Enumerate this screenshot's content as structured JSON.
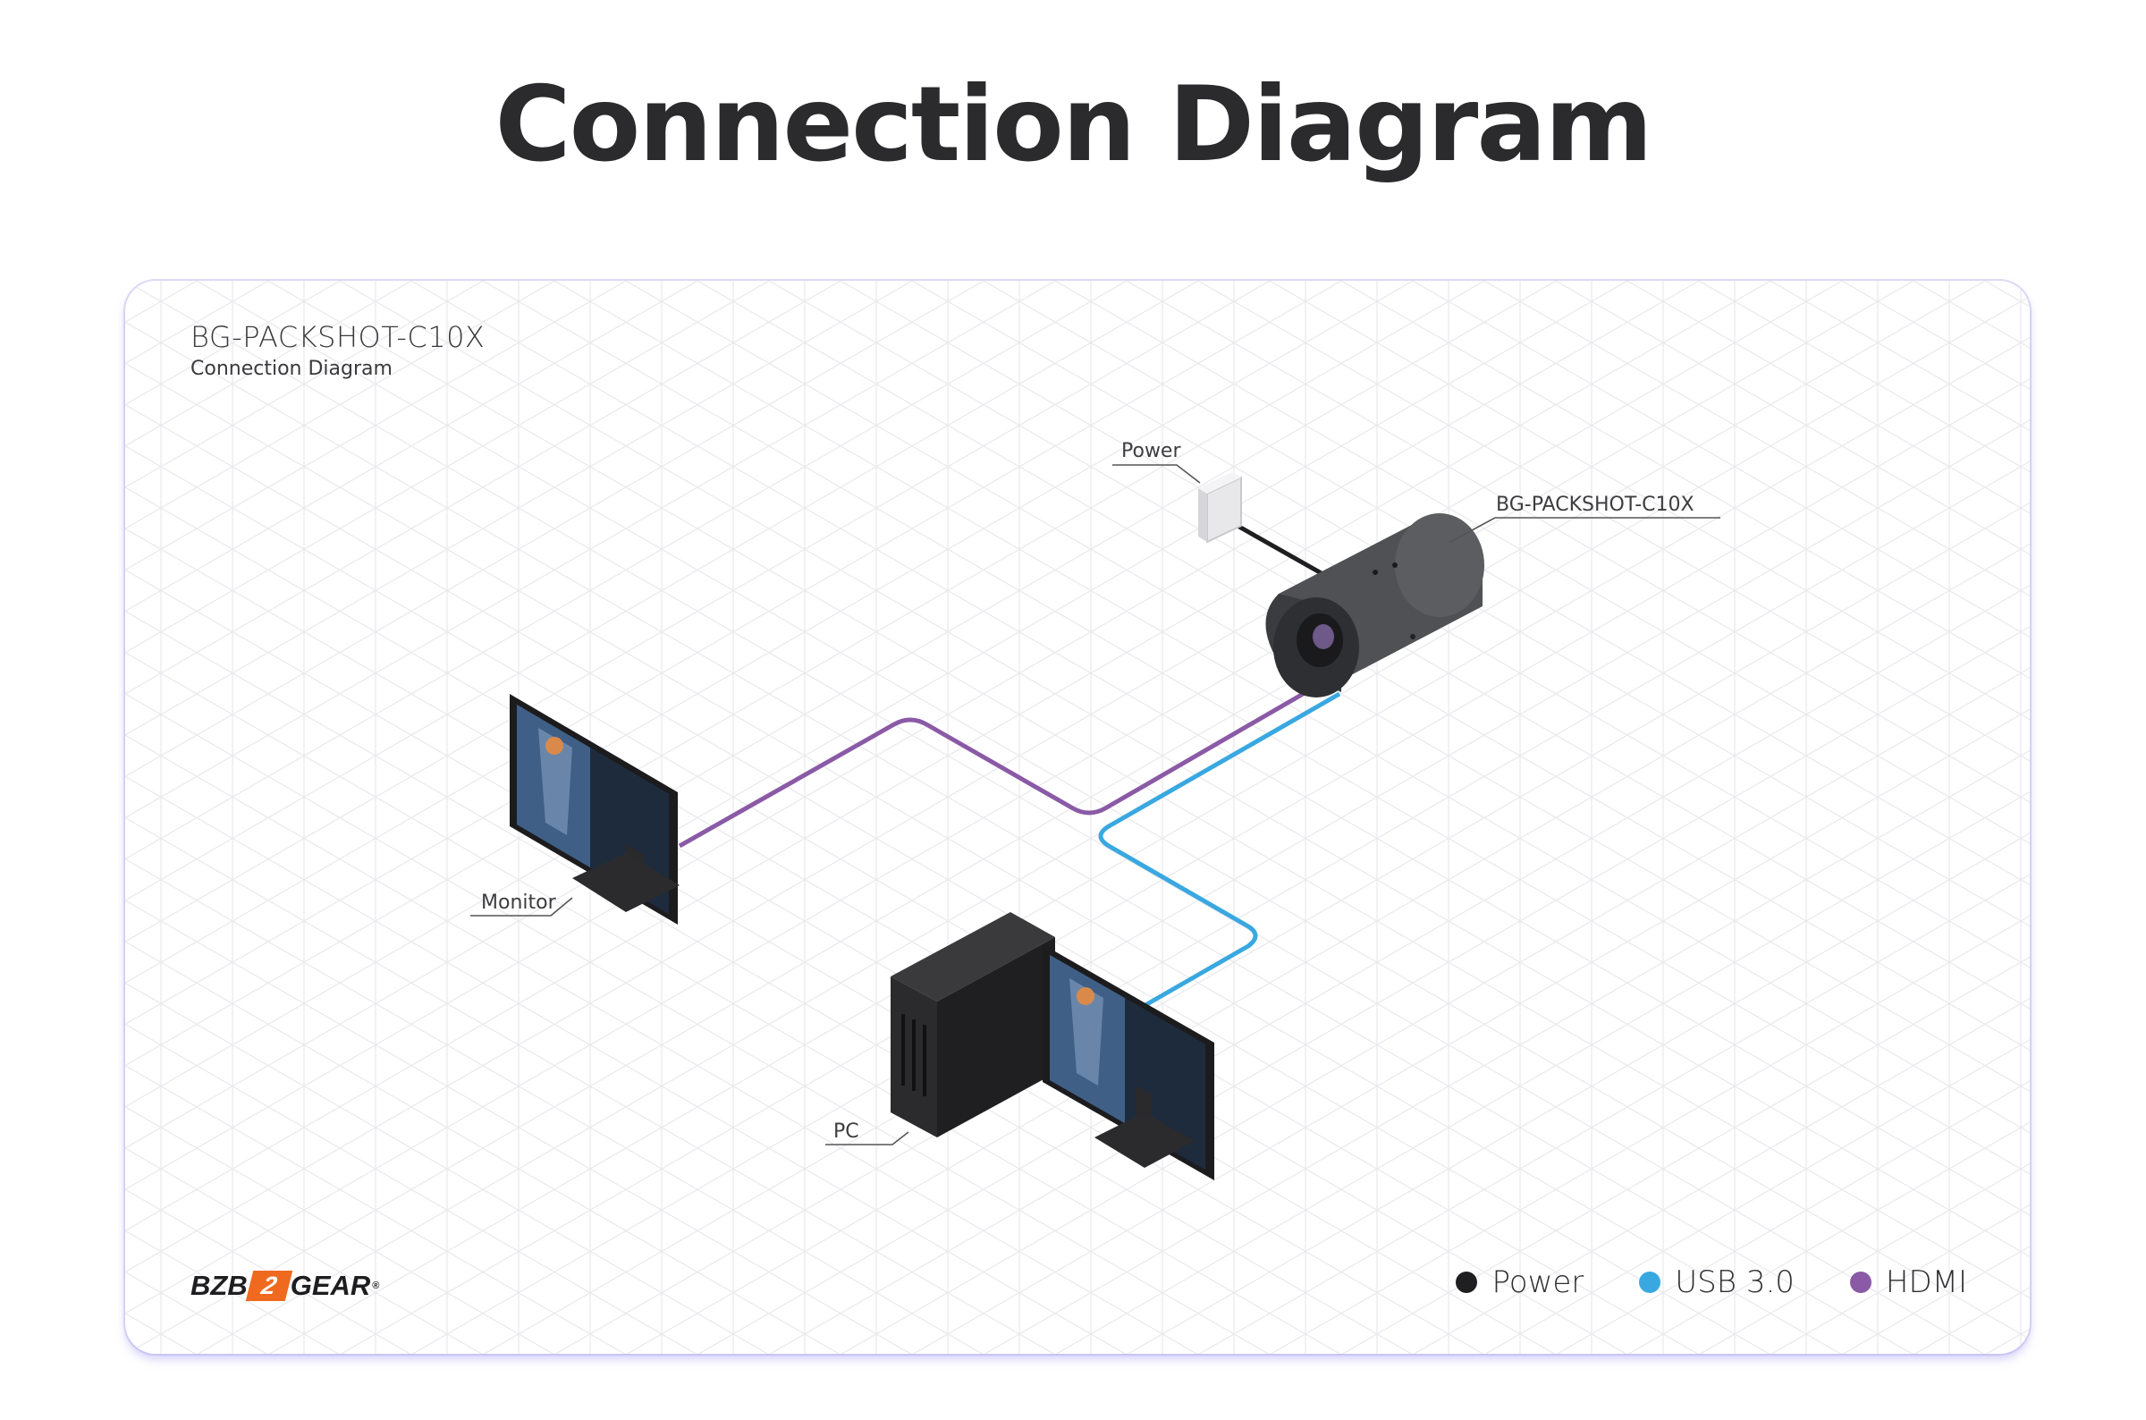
{
  "page": {
    "title": "Connection Diagram"
  },
  "card": {
    "title": "BG-PACKSHOT-C10X",
    "subtitle": "Connection Diagram"
  },
  "devices": {
    "power": {
      "label": "Power",
      "icon": "wall-outlet-icon"
    },
    "camera": {
      "label": "BG-PACKSHOT-C10X",
      "icon": "camera-icon"
    },
    "monitor": {
      "label": "Monitor",
      "icon": "monitor-icon"
    },
    "pc": {
      "label": "PC",
      "icon": "pc-tower-icon"
    }
  },
  "connections": [
    {
      "from": "Power",
      "to": "BG-PACKSHOT-C10X",
      "type": "Power"
    },
    {
      "from": "BG-PACKSHOT-C10X",
      "to": "Monitor",
      "type": "HDMI"
    },
    {
      "from": "BG-PACKSHOT-C10X",
      "to": "PC",
      "type": "USB 3.0"
    }
  ],
  "brand": {
    "left": "BZB",
    "mark": "2",
    "right": "GEAR",
    "reg": "®"
  },
  "legend": [
    {
      "label": "Power",
      "color": "#1f1f22"
    },
    {
      "label": "USB 3.0",
      "color": "#3aa8e0"
    },
    {
      "label": "HDMI",
      "color": "#8a5aa6"
    }
  ]
}
